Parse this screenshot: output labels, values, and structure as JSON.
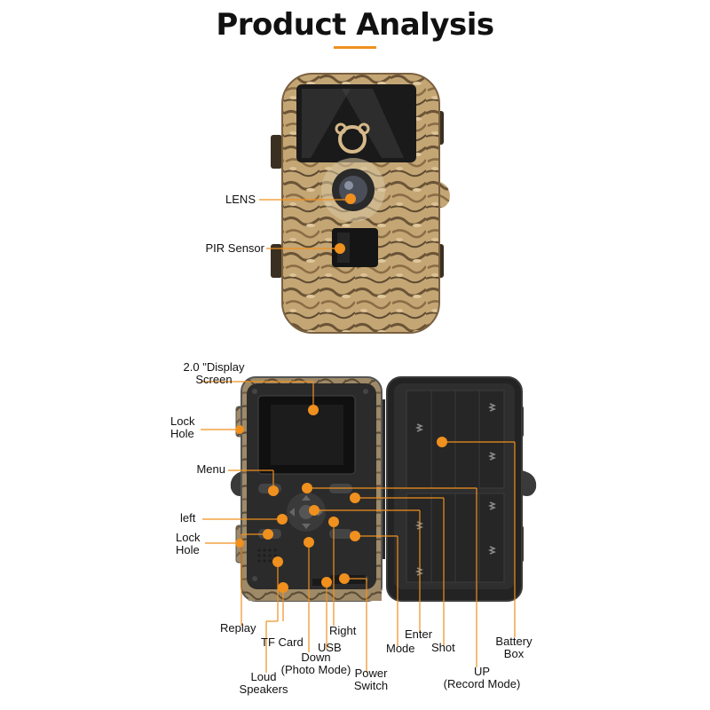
{
  "title": "Product Analysis",
  "colors": {
    "accent": "#f0901e",
    "camo_light": "#c9ab7c",
    "camo_dark": "#6b5436",
    "body_dark": "#2b2b2b",
    "leader_line": "#f0901e"
  },
  "front_labels": {
    "lens": "LENS",
    "pir_sensor": "PIR Sensor"
  },
  "back_labels": {
    "display_screen_line1": "2.0 \"Display",
    "display_screen_line2": "Screen",
    "lock_hole_top_line1": "Lock",
    "lock_hole_top_line2": "Hole",
    "menu": "Menu",
    "left": "left",
    "lock_hole_bottom_line1": "Lock",
    "lock_hole_bottom_line2": "Hole",
    "replay": "Replay",
    "tf_card": "TF Card",
    "loud_speakers_line1": "Loud",
    "loud_speakers_line2": "Speakers",
    "down_line1": "Down",
    "down_line2": "(Photo Mode)",
    "usb": "USB",
    "right": "Right",
    "power_switch_line1": "Power",
    "power_switch_line2": "Switch",
    "mode": "Mode",
    "enter": "Enter",
    "shot": "Shot",
    "up_line1": "UP",
    "up_line2": "(Record Mode)",
    "battery_box_line1": "Battery",
    "battery_box_line2": "Box"
  }
}
